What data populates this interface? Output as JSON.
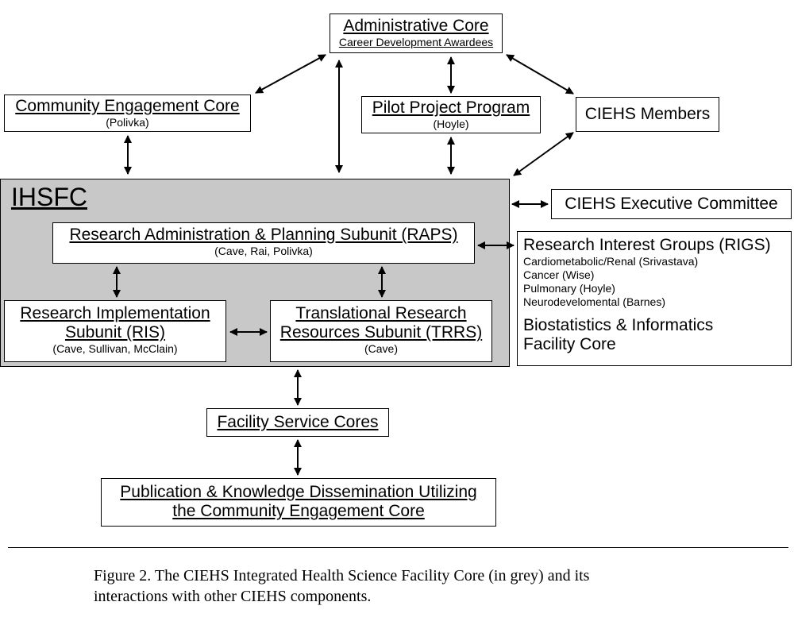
{
  "ihsfc": {
    "title": "IHSFC",
    "raps": {
      "title": "Research Administration & Planning Subunit (RAPS)",
      "people": "(Cave, Rai, Polivka)"
    },
    "ris": {
      "title1": "Research Implementation",
      "title2": "Subunit (RIS)",
      "people": "(Cave, Sullivan, McClain)"
    },
    "trrs": {
      "title1": "Translational Research",
      "title2": "Resources Subunit (TRRS)",
      "people": "(Cave)"
    }
  },
  "admin_core": {
    "title": "Administrative Core",
    "subtitle": "Career Development Awardees"
  },
  "community_core": {
    "title": "Community Engagement Core",
    "people": "(Polivka)"
  },
  "pilot": {
    "title": "Pilot Project Program",
    "people": "(Hoyle)"
  },
  "members": {
    "title": "CIEHS Members"
  },
  "exec": {
    "title": "CIEHS Executive Committee"
  },
  "rigs": {
    "title": "Research Interest Groups (RIGS)",
    "items": [
      "Cardiometabolic/Renal (Srivastava)",
      "Cancer (Wise)",
      "Pulmonary (Hoyle)",
      "Neurodevelomental (Barnes)"
    ],
    "bio1": "Biostatistics & Informatics",
    "bio2": "Facility Core"
  },
  "facility": {
    "title": "Facility Service Cores"
  },
  "publication": {
    "line1": "Publication & Knowledge Dissemination Utilizing",
    "line2": "the Community Engagement Core"
  },
  "caption": {
    "line1": "Figure 2.  The CIEHS Integrated Health Science Facility Core (in grey) and its",
    "line2": "interactions with other CIEHS components."
  }
}
